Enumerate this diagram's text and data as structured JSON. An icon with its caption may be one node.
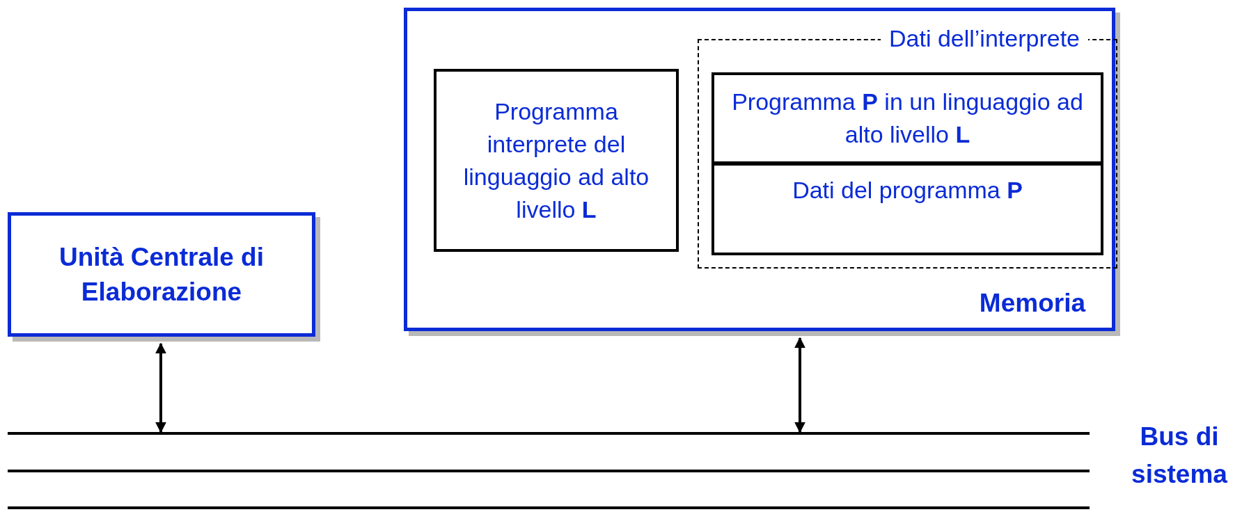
{
  "diagram": {
    "nodes": [
      {
        "text": [
          "Unità Centrale di Elaborazione"
        ]
      },
      {
        "text": [
          "Memoria"
        ]
      },
      {
        "text": [
          "Programma interprete del linguaggio ad alto livello **L**"
        ],
        "in": 1
      },
      {
        "text": [
          "Dati dell’interprete"
        ],
        "in": 1
      },
      {
        "text": [
          "Programma **P** in un linguaggio ad alto livello **L**"
        ],
        "in": 3
      },
      {
        "text": [
          "Dati del programma **P**"
        ],
        "in": 3
      },
      {
        "text": [
          "Bus di sistema"
        ]
      }
    ],
    "edges": [
      {
        "from": 0,
        "to": 6,
        "arrow": "both"
      },
      {
        "from": 1,
        "to": 6,
        "arrow": "both"
      }
    ]
  }
}
